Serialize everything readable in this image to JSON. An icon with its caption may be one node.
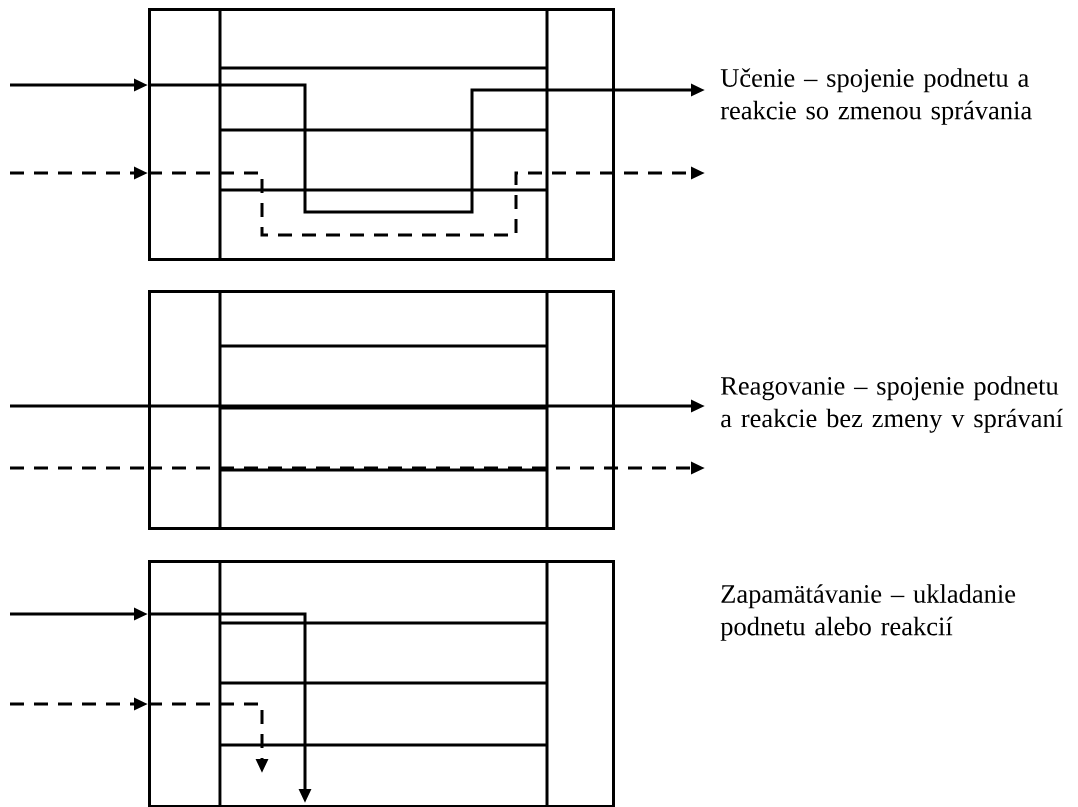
{
  "diagram": {
    "nodes": [
      {
        "text": [],
        "shape": "box"
      },
      {
        "text": [],
        "shape": "box"
      },
      {
        "text": [],
        "shape": "box"
      }
    ],
    "edges": [
      {
        "from": null,
        "to": 0,
        "arrow": "to"
      },
      {
        "from": 0,
        "to": null,
        "arrow": "to"
      },
      {
        "from": null,
        "to": 0,
        "arrow": "to",
        "style": "dashed"
      },
      {
        "from": 0,
        "to": null,
        "arrow": "to",
        "style": "dashed"
      },
      {
        "from": null,
        "to": 1,
        "arrow": "none"
      },
      {
        "from": 1,
        "to": null,
        "arrow": "to"
      },
      {
        "from": null,
        "to": 1,
        "arrow": "none",
        "style": "dashed"
      },
      {
        "from": 1,
        "to": null,
        "arrow": "to",
        "style": "dashed"
      },
      {
        "from": null,
        "to": 2,
        "arrow": "to"
      },
      {
        "from": null,
        "to": 2,
        "arrow": "to"
      },
      {
        "from": null,
        "to": 2,
        "arrow": "to",
        "style": "dashed"
      },
      {
        "from": null,
        "to": 2,
        "arrow": "to",
        "style": "dashed"
      }
    ],
    "labels": [
      "Učenie – spojenie podnetu a reakcie so zmenou správania",
      "Reagovanie – spojenie podnetu a reakcie bez zmeny v správaní",
      "Zapamätávanie – ukladanie podnetu alebo reakcií"
    ]
  }
}
